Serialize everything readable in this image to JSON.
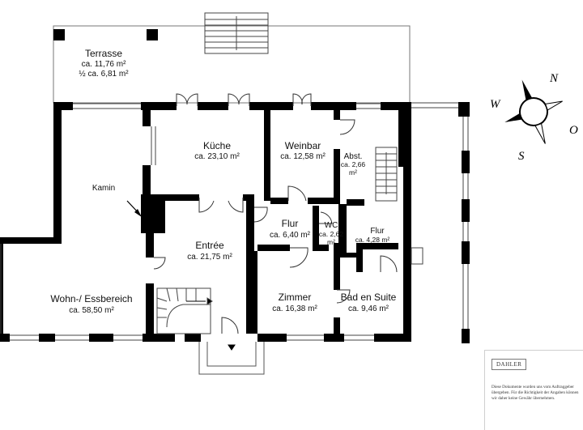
{
  "rooms": {
    "terrasse": {
      "name": "Terrasse",
      "area": "ca. 11,76 m²",
      "area2": "½ ca. 6,81 m²"
    },
    "kueche": {
      "name": "Küche",
      "area": "ca. 23,10 m²"
    },
    "weinbar": {
      "name": "Weinbar",
      "area": "ca. 12,58 m²"
    },
    "abst": {
      "name": "Abst.",
      "area_line1": "ca. 2,66",
      "area_line2": "m²"
    },
    "kamin": {
      "name": "Kamin"
    },
    "flur1": {
      "name": "Flur",
      "area": "ca. 6,40 m²"
    },
    "wc": {
      "name": "WC",
      "area_line1": "ca. 2,62",
      "area_line2": "m²"
    },
    "flur2": {
      "name": "Flur",
      "area": "ca. 4,28 m²"
    },
    "entree": {
      "name": "Entrée",
      "area": "ca. 21,75 m²"
    },
    "wohn": {
      "name": "Wohn-/ Essbereich",
      "area": "ca. 58,50 m²"
    },
    "zimmer": {
      "name": "Zimmer",
      "area": "ca. 16,38 m²"
    },
    "bad": {
      "name": "Bad en Suite",
      "area": "ca. 9,46 m²"
    }
  },
  "compass": {
    "n": "N",
    "o": "O",
    "s": "S",
    "w": "W"
  },
  "footer": {
    "logo": "DAHLER",
    "disclaimer": "Diese Dokumente wurden uns vom Auftraggeber übergeben. Für die Richtigkeit der Angaben können wir daher keine Gewähr übernehmen."
  },
  "colors": {
    "wall": "#000000",
    "line": "#555555",
    "background": "#ffffff"
  }
}
